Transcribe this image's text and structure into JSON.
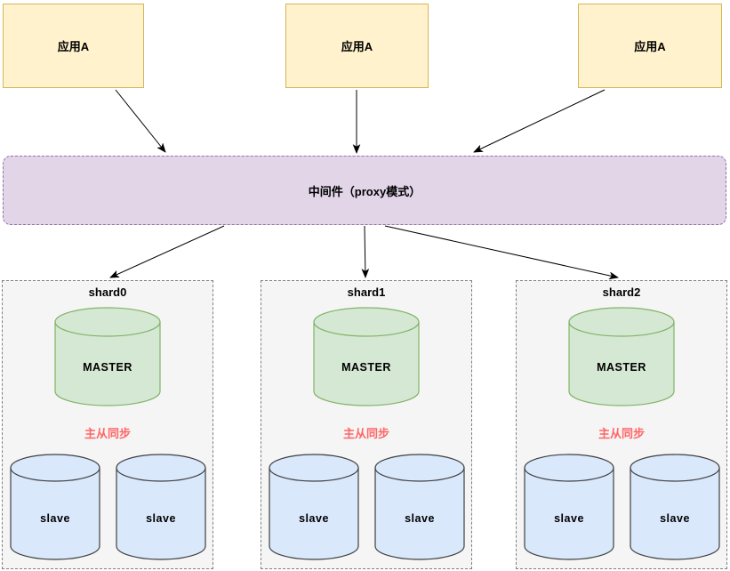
{
  "apps": [
    {
      "label": "应用A"
    },
    {
      "label": "应用A"
    },
    {
      "label": "应用A"
    }
  ],
  "middleware": {
    "label": "中间件（proxy模式）"
  },
  "shards": [
    {
      "title": "shard0",
      "master": {
        "label": "MASTER"
      },
      "sync_label": "主从同步",
      "slaves": [
        {
          "label": "slave"
        },
        {
          "label": "slave"
        }
      ]
    },
    {
      "title": "shard1",
      "master": {
        "label": "MASTER"
      },
      "sync_label": "主从同步",
      "slaves": [
        {
          "label": "slave"
        },
        {
          "label": "slave"
        }
      ]
    },
    {
      "title": "shard2",
      "master": {
        "label": "MASTER"
      },
      "sync_label": "主从同步",
      "slaves": [
        {
          "label": "slave"
        },
        {
          "label": "slave"
        }
      ]
    }
  ],
  "colors": {
    "app_fill": "#FFF2CC",
    "app_border": "#D6B656",
    "middleware_fill": "#E1D5E7",
    "middleware_border": "#9673A6",
    "shard_fill": "#F5F5F5",
    "shard_border": "#808080",
    "master_fill": "#D5E8D4",
    "master_border": "#82B366",
    "slave_fill": "#DAE8FC",
    "slave_border": "#3F3F3F",
    "sync_text": "#FF6666",
    "arrow": "#000000"
  }
}
